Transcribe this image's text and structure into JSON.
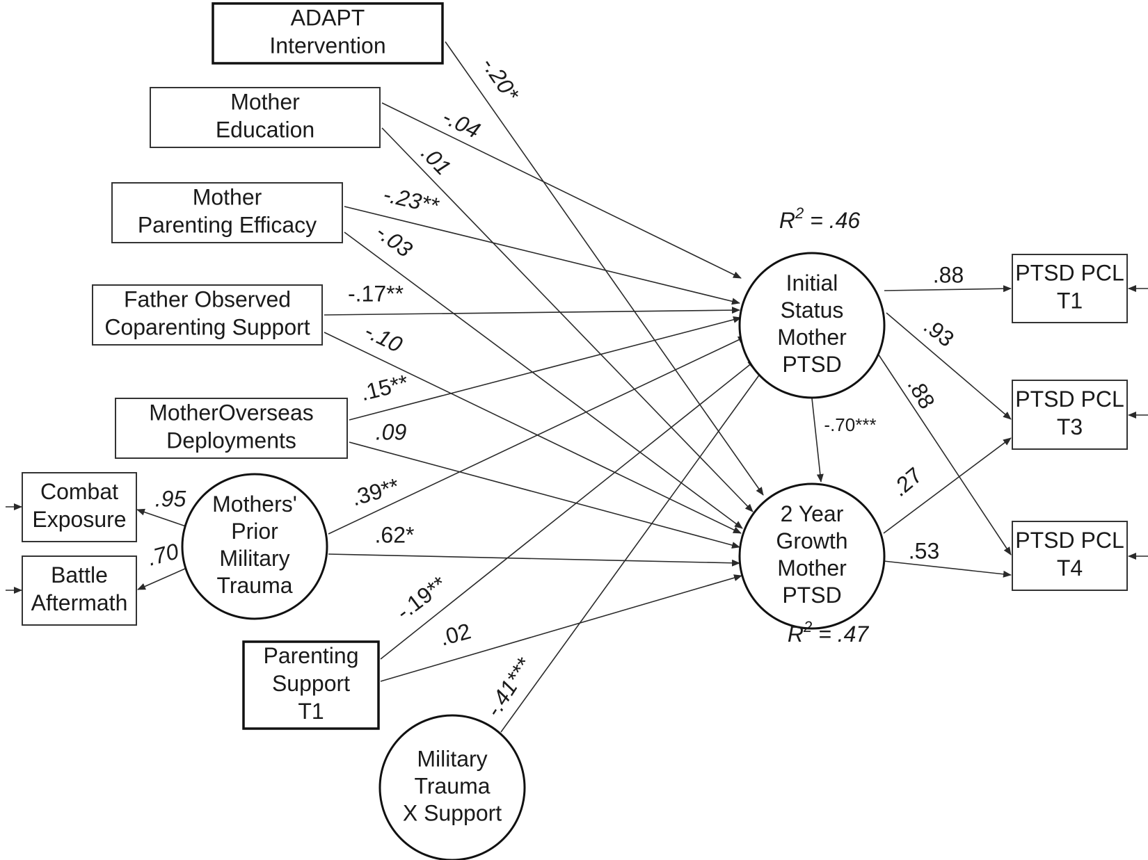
{
  "nodes": {
    "adapt": [
      "ADAPT",
      "Intervention"
    ],
    "mother_education": [
      "Mother",
      "Education"
    ],
    "parenting_efficacy": [
      "Mother",
      "Parenting Efficacy"
    ],
    "father_coparenting": [
      "Father Observed",
      "Coparenting Support"
    ],
    "overseas": [
      "MotherOverseas",
      "Deployments"
    ],
    "combat": [
      "Combat",
      "Exposure"
    ],
    "battle": [
      "Battle",
      "Aftermath"
    ],
    "prior_trauma": [
      "Mothers'",
      "Prior",
      "Military",
      "Trauma"
    ],
    "parenting_support": [
      "Parenting",
      "Support",
      "T1"
    ],
    "trauma_x_support": [
      "Military",
      "Trauma",
      "X Support"
    ],
    "initial_status": [
      "Initial",
      "Status",
      "Mother",
      "PTSD"
    ],
    "growth": [
      "2 Year",
      "Growth",
      "Mother",
      "PTSD"
    ],
    "pcl_t1": [
      "PTSD PCL",
      "T1"
    ],
    "pcl_t3": [
      "PTSD PCL",
      "T3"
    ],
    "pcl_t4": [
      "PTSD PCL",
      "T4"
    ]
  },
  "r_squared": {
    "initial_status": {
      "r": "R",
      "sup": "2",
      "rest": " = .46"
    },
    "growth": {
      "r": "R",
      "sup": "2",
      "rest": " = .47"
    }
  },
  "paths": [
    {
      "from": "adapt",
      "to": "growth",
      "label": "-.20*"
    },
    {
      "from": "mother_education",
      "to": "initial_status",
      "label": "-.04"
    },
    {
      "from": "mother_education",
      "to": "growth",
      "label": ".01"
    },
    {
      "from": "parenting_efficacy",
      "to": "initial_status",
      "label": "-.23**"
    },
    {
      "from": "parenting_efficacy",
      "to": "growth",
      "label": "-.03"
    },
    {
      "from": "father_coparenting",
      "to": "initial_status",
      "label": "-.17**"
    },
    {
      "from": "father_coparenting",
      "to": "growth",
      "label": "-.10"
    },
    {
      "from": "overseas",
      "to": "initial_status",
      "label": ".15**"
    },
    {
      "from": "overseas",
      "to": "growth",
      "label": ".09"
    },
    {
      "from": "prior_trauma",
      "to": "combat",
      "label": ".95"
    },
    {
      "from": "prior_trauma",
      "to": "battle",
      "label": ".70"
    },
    {
      "from": "prior_trauma",
      "to": "initial_status",
      "label": ".39**"
    },
    {
      "from": "prior_trauma",
      "to": "growth",
      "label": ".62*"
    },
    {
      "from": "parenting_support",
      "to": "initial_status",
      "label": "-.19**"
    },
    {
      "from": "parenting_support",
      "to": "growth",
      "label": ".02"
    },
    {
      "from": "trauma_x_support",
      "to": "initial_status",
      "label": "-.41***"
    },
    {
      "from": "initial_status",
      "to": "growth",
      "label": "-.70***"
    },
    {
      "from": "initial_status",
      "to": "pcl_t1",
      "label": ".88"
    },
    {
      "from": "initial_status",
      "to": "pcl_t3",
      "label": ".93"
    },
    {
      "from": "initial_status",
      "to": "pcl_t4",
      "label": ".88"
    },
    {
      "from": "growth",
      "to": "pcl_t3",
      "label": ".27"
    },
    {
      "from": "growth",
      "to": "pcl_t4",
      "label": ".53"
    }
  ]
}
